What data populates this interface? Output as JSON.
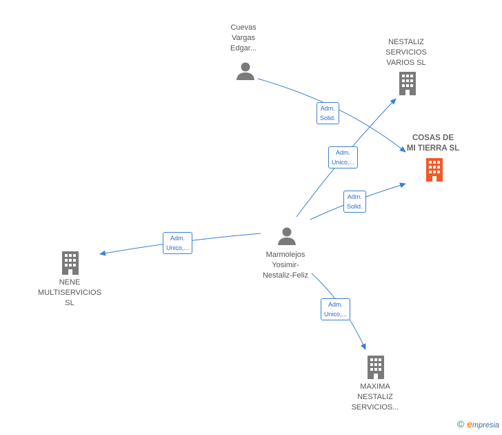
{
  "colors": {
    "edge": "#3a7fd4",
    "node_icon": "#7a7a7a",
    "focus_icon": "#f05a28",
    "label_text": "#555555"
  },
  "nodes": {
    "cuevas": {
      "label": "Cuevas\nVargas\nEdgar...",
      "icon": "person-icon"
    },
    "nestaliz": {
      "label": "NESTALIZ\nSERVICIOS\nVARIOS SL",
      "icon": "building-icon"
    },
    "cosas": {
      "label": "COSAS DE\nMI TIERRA SL",
      "icon": "building-icon"
    },
    "marmolejos": {
      "label": "Marmolejos\nYosimir-\nNestaliz-Feliz",
      "icon": "person-icon"
    },
    "nene": {
      "label": "NENE\nMULTISERVICIOS\nSL",
      "icon": "building-icon"
    },
    "maxima": {
      "label": "MAXIMA\nNESTALIZ\nSERVICIOS...",
      "icon": "building-icon"
    }
  },
  "edges": {
    "cuevas_cosas": "Adm.\nSolid.",
    "marm_nestaliz": "Adm.\nUnico,...",
    "marm_cosas": "Adm.\nSolid.",
    "marm_nene": "Adm.\nUnico,...",
    "marm_maxima": "Adm.\nUnico,..."
  },
  "watermark": {
    "copyright": "©",
    "brand_initial": "e",
    "brand_rest": "mpresia"
  }
}
